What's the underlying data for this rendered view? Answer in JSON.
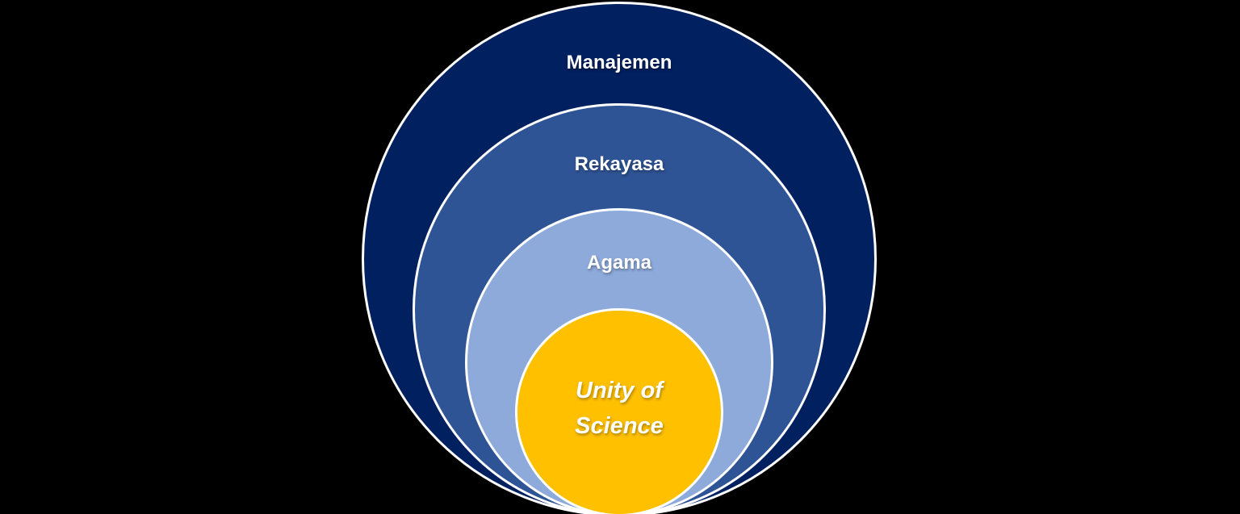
{
  "diagram": {
    "type": "nested-circles",
    "background_color": "#000000",
    "outline_color": "#FFFFFF",
    "text_color": "#FFFFFF",
    "rings": [
      {
        "label": "Manajemen",
        "color": "#002060"
      },
      {
        "label": "Rekayasa",
        "color": "#2F5496"
      },
      {
        "label": "Agama",
        "color": "#8EAADB"
      },
      {
        "label": "Unity of Science",
        "color": "#FFC000"
      }
    ]
  }
}
